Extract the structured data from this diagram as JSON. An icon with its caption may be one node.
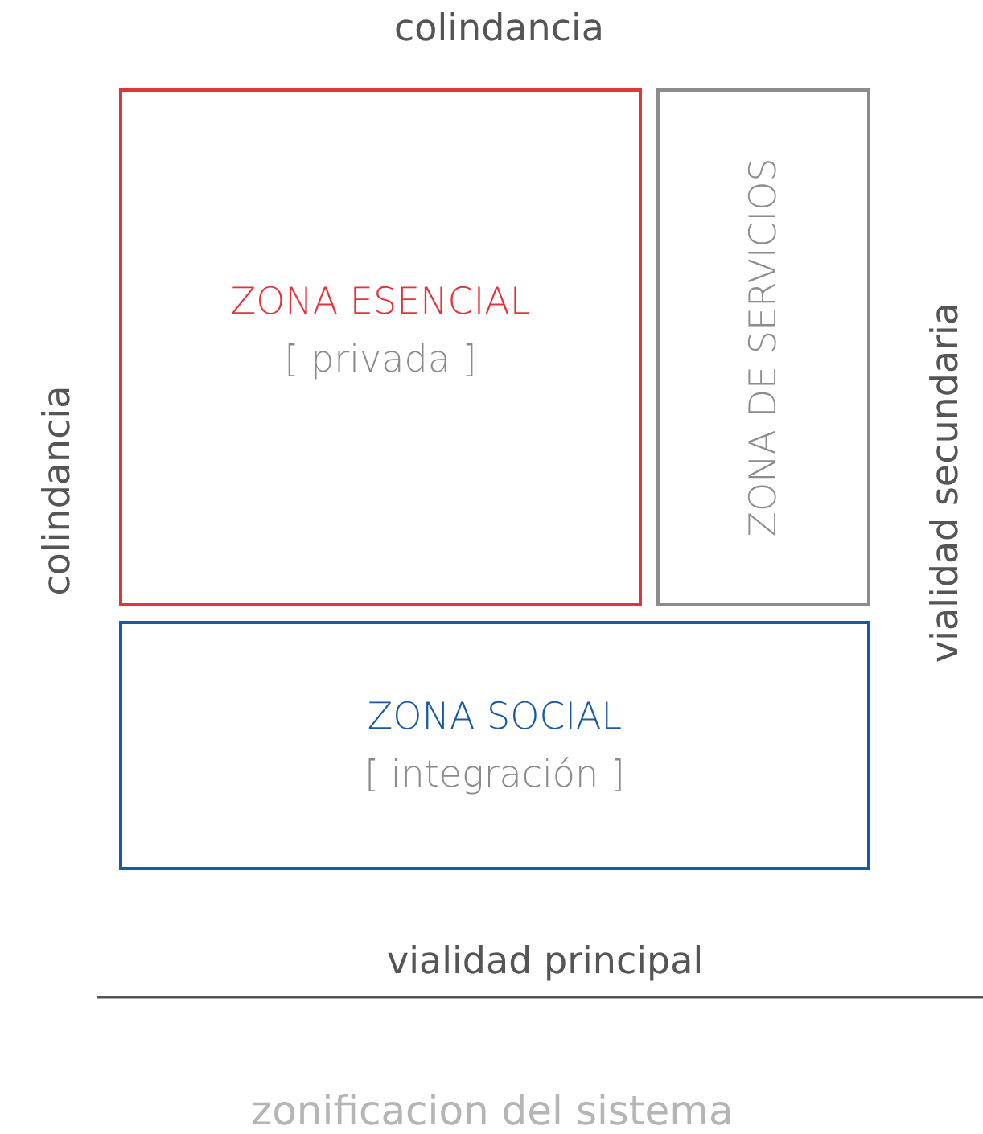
{
  "diagram": {
    "caption": "zonificacion del sistema",
    "nodes": [
      {
        "text": [
          "ZONA ESENCIAL",
          "[ privada ]"
        ]
      },
      {
        "text": [
          "ZONA DE SERVICIOS"
        ]
      },
      {
        "text": [
          "ZONA SOCIAL",
          "[ integración ]"
        ]
      }
    ],
    "labels": [
      "colindancia",
      "colindancia",
      "vialidad secundaria",
      "vialidad principal"
    ]
  }
}
